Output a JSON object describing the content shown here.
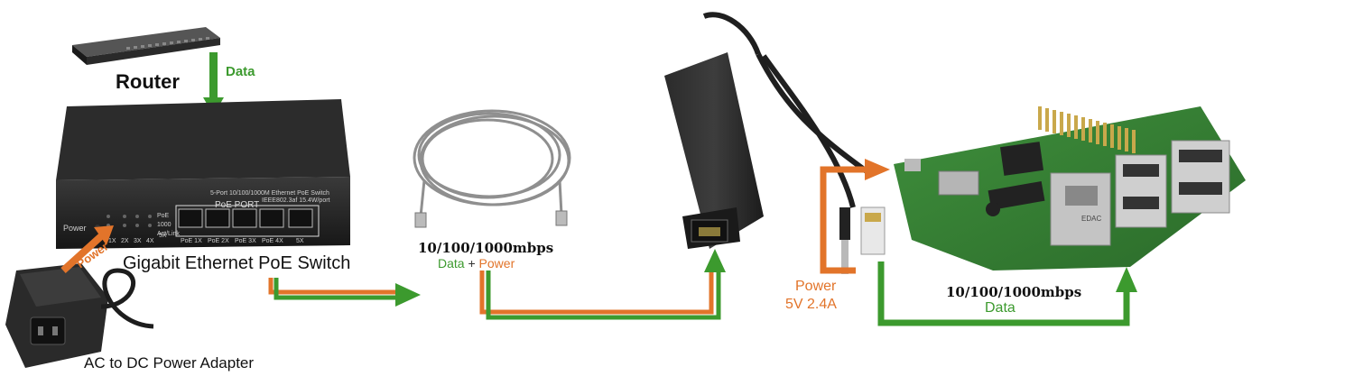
{
  "labels": {
    "router": "Router",
    "data_top": "Data",
    "switch": "Gigabit Ethernet PoE Switch",
    "adapter": "AC to DC Power Adapter",
    "speed_left": "10/100/1000mbps",
    "data_word": "Data",
    "plus": " + ",
    "power_word": "Power",
    "power_right": "Power",
    "voltage": "5V 2.4A",
    "speed_right": "10/100/1000mbps",
    "data_right": "Data",
    "power_diag": "Power"
  },
  "switch_panel": {
    "title_line1": "5-Port 10/100/1000M Ethernet PoE Switch",
    "title_line2": "IEEE802.3af 15.4W/port",
    "poe_port": "PoE PORT",
    "power": "Power",
    "led_rows": [
      "PoE",
      "1000",
      "Act/Link"
    ],
    "port_labels": [
      "PoE 1X",
      "PoE 2X",
      "PoE 3X",
      "PoE 4X",
      "5X"
    ],
    "led_cols": [
      "1X",
      "2X",
      "3X",
      "4X",
      "5X"
    ]
  },
  "board_text": {
    "chip": "EDAC"
  },
  "colors": {
    "data_green": "#3c9a2e",
    "power_orange": "#e2742a"
  }
}
